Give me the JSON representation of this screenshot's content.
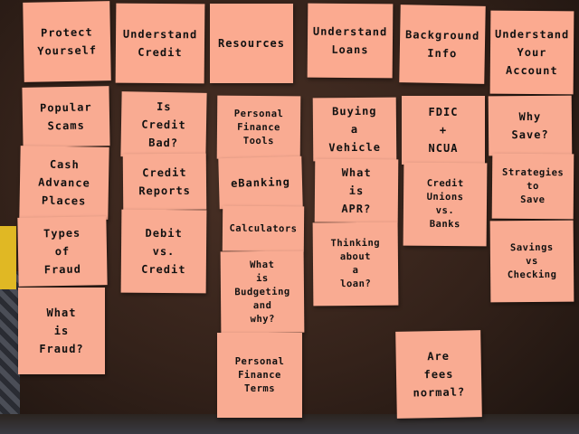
{
  "columns": [
    {
      "header": "Protect\nYourself",
      "notes": [
        "Popular\nScams",
        "Cash\nAdvance\nPlaces",
        "Types\nof\nFraud",
        "What\nis\nFraud?"
      ]
    },
    {
      "header": "Understand\nCredit",
      "notes": [
        "Is\nCredit\nBad?",
        "Credit\nReports",
        "Debit\nvs.\nCredit"
      ]
    },
    {
      "header": "Resources",
      "notes": [
        "Personal\nFinance\nTools",
        "eBanking",
        "Calculators",
        "What\nis\nBudgeting\nand\nwhy?",
        "Personal\nFinance\nTerms"
      ]
    },
    {
      "header": "Understand\nLoans",
      "notes": [
        "Buying\na\nVehicle",
        "What\nis\nAPR?",
        "Thinking\nabout\na\nloan?"
      ]
    },
    {
      "header": "Background\nInfo",
      "notes": [
        "FDIC\n+\nNCUA",
        "Credit\nUnions\nvs.\nBanks",
        "Are\nfees\nnormal?"
      ]
    },
    {
      "header": "Understand\nYour\nAccount",
      "notes": [
        "Why\nSave?",
        "Strategies\nto\nSave",
        "Savings\nvs\nChecking"
      ]
    }
  ],
  "colors": {
    "sticky_note": "#f9ab92",
    "board": "#3a261d"
  }
}
